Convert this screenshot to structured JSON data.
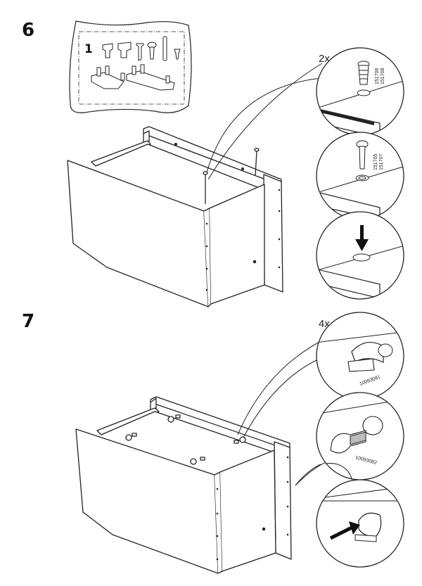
{
  "steps": [
    {
      "number": "6",
      "bag_item": "1",
      "detail_quantity": "2x",
      "part_codes_a": [
        "151706",
        "151708"
      ],
      "part_codes_b": [
        "151705",
        "151707"
      ]
    },
    {
      "number": "7",
      "detail_quantity": "4x",
      "part_code_a": "10093081",
      "part_code_b": "10093082"
    }
  ],
  "icons": [
    "hardware-bag-icon",
    "screw-icon",
    "dowel-icon",
    "cam-lock-icon",
    "arrow-down-icon",
    "arrow-right-icon",
    "hand-icon"
  ]
}
